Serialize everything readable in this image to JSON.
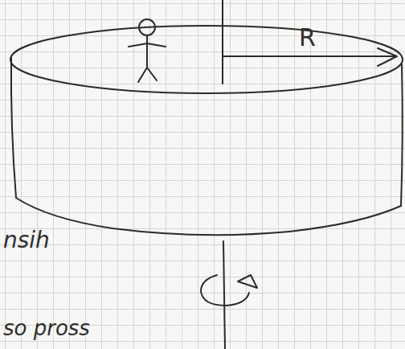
{
  "diagram": {
    "labels": [
      "R",
      "nsih",
      "so pross"
    ]
  }
}
